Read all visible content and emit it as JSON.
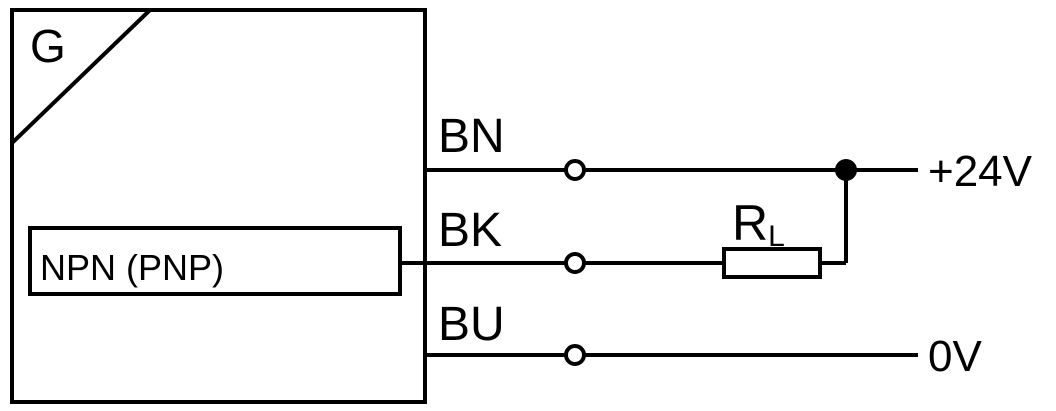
{
  "device": {
    "label": "G",
    "output_label": "NPN (PNP)"
  },
  "wires": [
    {
      "name": "BN",
      "terminal": "+24V"
    },
    {
      "name": "BK",
      "terminal": ""
    },
    {
      "name": "BU",
      "terminal": "0V"
    }
  ],
  "resistor": {
    "symbol": "R",
    "subscript": "L"
  },
  "colors": {
    "line": "#000000",
    "background": "#ffffff"
  }
}
